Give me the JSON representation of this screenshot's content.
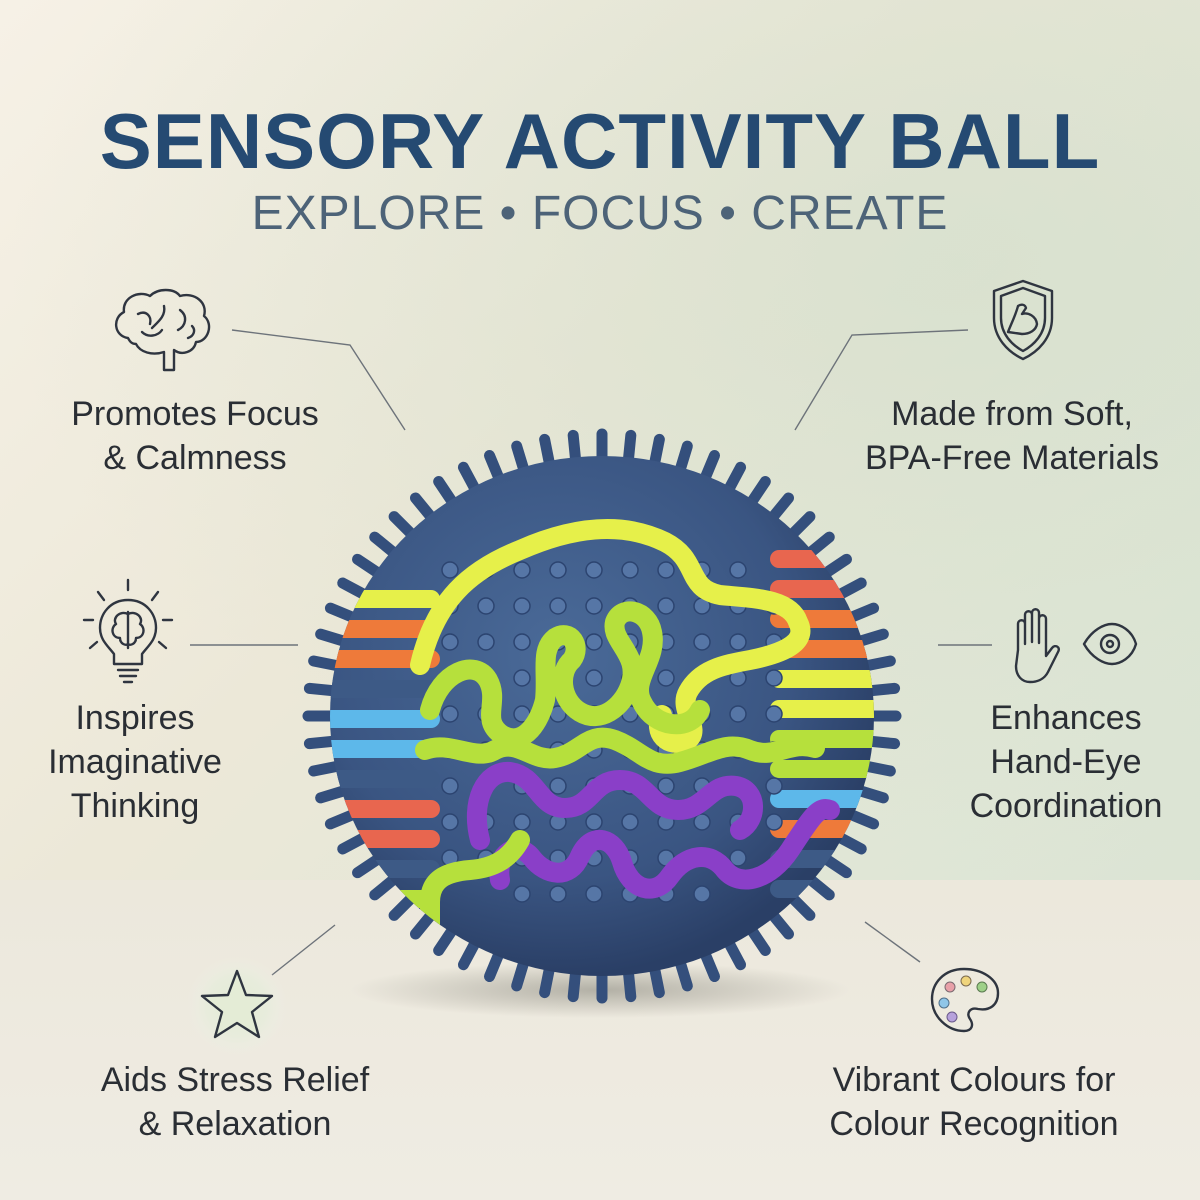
{
  "header": {
    "title": "SENSORY ACTIVITY BALL",
    "subtitle": "EXPLORE • FOCUS • CREATE"
  },
  "features": {
    "focus": {
      "line1": "Promotes Focus",
      "line2": "& Calmness",
      "icon": "brain-icon"
    },
    "materials": {
      "line1": "Made from Soft,",
      "line2": "BPA-Free Materials",
      "icon": "shield-muscle-icon"
    },
    "imagination": {
      "line1": "Inspires",
      "line2": "Imaginative",
      "line3": "Thinking",
      "icon": "lightbulb-brain-icon"
    },
    "coordination": {
      "line1": "Enhances",
      "line2": "Hand-Eye",
      "line3": "Coordination",
      "icon": "hand-eye-icon"
    },
    "stress": {
      "line1": "Aids Stress Relief",
      "line2": "& Relaxation",
      "icon": "star-icon"
    },
    "colours": {
      "line1": "Vibrant Colours for",
      "line2": "Colour Recognition",
      "icon": "palette-icon"
    }
  },
  "colors": {
    "title": "#254a72",
    "subtitle": "#4d6378",
    "ball": "#3d5a86",
    "strand_yellow": "#e6f04a",
    "strand_green": "#b6e03c",
    "strand_purple": "#8a3fc8",
    "strand_orange": "#ee7a3a",
    "strand_red": "#e8664f",
    "strand_blue": "#5db8ea"
  }
}
